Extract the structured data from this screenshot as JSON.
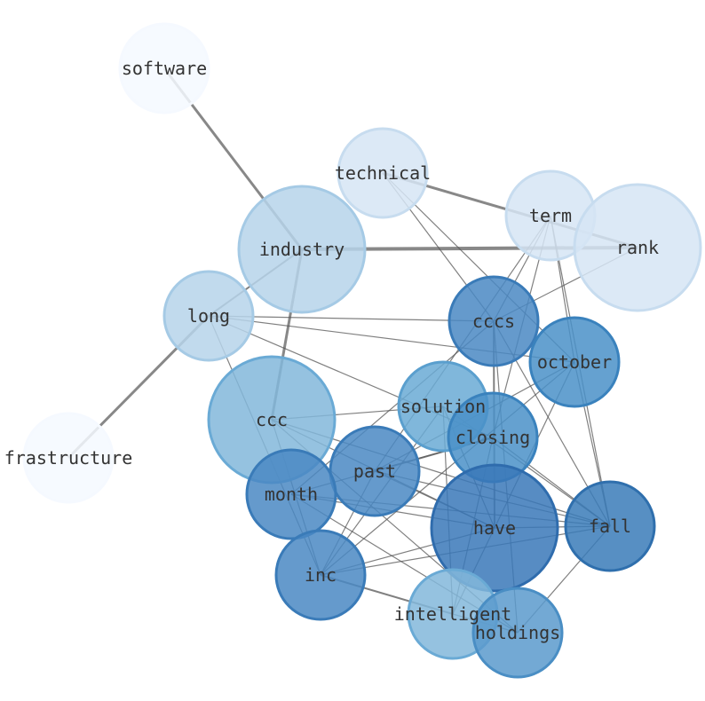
{
  "nodes": [
    {
      "id": "software",
      "label": "software",
      "color": "#f5f9ff",
      "stroke": "#f5f9ff"
    },
    {
      "id": "technical",
      "label": "technical",
      "color": "#d6e5f4",
      "stroke": "#c7dcef"
    },
    {
      "id": "term",
      "label": "term",
      "color": "#d6e5f4",
      "stroke": "#c7dcef"
    },
    {
      "id": "rank",
      "label": "rank",
      "color": "#d6e5f4",
      "stroke": "#c7dcef"
    },
    {
      "id": "industry",
      "label": "industry",
      "color": "#b6d4ea",
      "stroke": "#a5cae5"
    },
    {
      "id": "long",
      "label": "long",
      "color": "#b6d4ea",
      "stroke": "#a5cae5"
    },
    {
      "id": "frastructure",
      "label": "frastructure",
      "color": "#f5f9ff",
      "stroke": "#f5f9ff"
    },
    {
      "id": "ccc",
      "label": "ccc",
      "color": "#82b7da",
      "stroke": "#6aaad5"
    },
    {
      "id": "cccs",
      "label": "cccs",
      "color": "#4a88c3",
      "stroke": "#3a7bb8"
    },
    {
      "id": "october",
      "label": "october",
      "color": "#4a90c8",
      "stroke": "#3a82bd"
    },
    {
      "id": "solution",
      "label": "solution",
      "color": "#6aaad5",
      "stroke": "#5a9fce"
    },
    {
      "id": "closing",
      "label": "closing",
      "color": "#4a90c8",
      "stroke": "#3a82bd"
    },
    {
      "id": "past",
      "label": "past",
      "color": "#4a88c3",
      "stroke": "#3a7bb8"
    },
    {
      "id": "month",
      "label": "month",
      "color": "#4a88c3",
      "stroke": "#3a7bb8"
    },
    {
      "id": "have",
      "label": "have",
      "color": "#3a78b8",
      "stroke": "#2f6cad"
    },
    {
      "id": "fall",
      "label": "fall",
      "color": "#3a7bb8",
      "stroke": "#2f6fad"
    },
    {
      "id": "inc",
      "label": "inc",
      "color": "#4a88c3",
      "stroke": "#3a7bb8"
    },
    {
      "id": "intelligent",
      "label": "intelligent",
      "color": "#82b7da",
      "stroke": "#6aaad5"
    },
    {
      "id": "holdings",
      "label": "holdings",
      "color": "#5a9acc",
      "stroke": "#4a8ec4"
    }
  ],
  "edges": [
    {
      "source": "software",
      "target": "industry",
      "weight": 3
    },
    {
      "source": "industry",
      "target": "rank",
      "weight": 4
    },
    {
      "source": "industry",
      "target": "long",
      "weight": 2
    },
    {
      "source": "industry",
      "target": "ccc",
      "weight": 3
    },
    {
      "source": "long",
      "target": "frastructure",
      "weight": 3
    },
    {
      "source": "technical",
      "target": "rank",
      "weight": 3
    },
    {
      "source": "technical",
      "target": "cccs",
      "weight": 1
    },
    {
      "source": "technical",
      "target": "october",
      "weight": 1
    },
    {
      "source": "term",
      "target": "cccs",
      "weight": 1
    },
    {
      "source": "term",
      "target": "october",
      "weight": 1
    },
    {
      "source": "term",
      "target": "closing",
      "weight": 1
    },
    {
      "source": "term",
      "target": "fall",
      "weight": 1
    },
    {
      "source": "term",
      "target": "past",
      "weight": 1
    },
    {
      "source": "rank",
      "target": "cccs",
      "weight": 1
    },
    {
      "source": "long",
      "target": "cccs",
      "weight": 1
    },
    {
      "source": "long",
      "target": "october",
      "weight": 1
    },
    {
      "source": "long",
      "target": "closing",
      "weight": 1
    },
    {
      "source": "long",
      "target": "inc",
      "weight": 1
    },
    {
      "source": "ccc",
      "target": "solution",
      "weight": 1
    },
    {
      "source": "ccc",
      "target": "have",
      "weight": 1
    },
    {
      "source": "ccc",
      "target": "fall",
      "weight": 1
    },
    {
      "source": "ccc",
      "target": "holdings",
      "weight": 1
    },
    {
      "source": "ccc",
      "target": "inc",
      "weight": 1
    },
    {
      "source": "cccs",
      "target": "have",
      "weight": 2
    },
    {
      "source": "cccs",
      "target": "fall",
      "weight": 1
    },
    {
      "source": "cccs",
      "target": "month",
      "weight": 1
    },
    {
      "source": "cccs",
      "target": "holdings",
      "weight": 1
    },
    {
      "source": "october",
      "target": "fall",
      "weight": 1
    },
    {
      "source": "october",
      "target": "past",
      "weight": 1
    },
    {
      "source": "october",
      "target": "inc",
      "weight": 1
    },
    {
      "source": "october",
      "target": "have",
      "weight": 1
    },
    {
      "source": "solution",
      "target": "fall",
      "weight": 1
    },
    {
      "source": "solution",
      "target": "intelligent",
      "weight": 1
    },
    {
      "source": "solution",
      "target": "inc",
      "weight": 1
    },
    {
      "source": "solution",
      "target": "have",
      "weight": 1
    },
    {
      "source": "closing",
      "target": "month",
      "weight": 1
    },
    {
      "source": "closing",
      "target": "fall",
      "weight": 1
    },
    {
      "source": "closing",
      "target": "intelligent",
      "weight": 1
    },
    {
      "source": "closing",
      "target": "past",
      "weight": 2
    },
    {
      "source": "past",
      "target": "fall",
      "weight": 1
    },
    {
      "source": "past",
      "target": "inc",
      "weight": 1
    },
    {
      "source": "past",
      "target": "have",
      "weight": 1
    },
    {
      "source": "month",
      "target": "have",
      "weight": 1
    },
    {
      "source": "month",
      "target": "fall",
      "weight": 1
    },
    {
      "source": "month",
      "target": "holdings",
      "weight": 1
    },
    {
      "source": "have",
      "target": "fall",
      "weight": 1
    },
    {
      "source": "have",
      "target": "inc",
      "weight": 1
    },
    {
      "source": "have",
      "target": "intelligent",
      "weight": 1
    },
    {
      "source": "fall",
      "target": "inc",
      "weight": 1
    },
    {
      "source": "fall",
      "target": "holdings",
      "weight": 1
    },
    {
      "source": "inc",
      "target": "intelligent",
      "weight": 2
    },
    {
      "source": "intelligent",
      "target": "holdings",
      "weight": 1
    }
  ]
}
